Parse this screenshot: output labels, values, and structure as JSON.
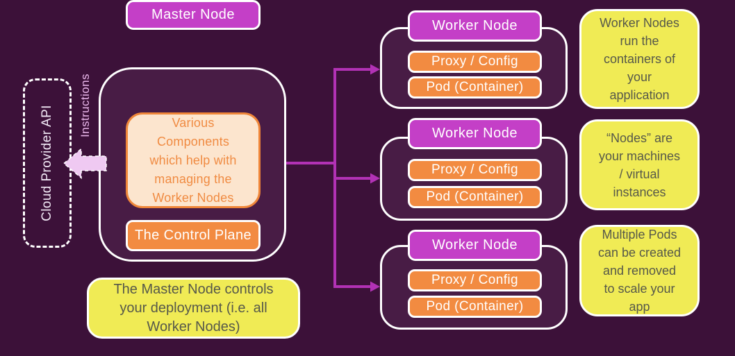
{
  "colors": {
    "background": "#3C1139",
    "panel_fill": "#481C45",
    "magenta": "#C43FC7",
    "connector_line": "#B232B5",
    "orange": "#F28B41",
    "peach_fill": "#FCE5CE",
    "peach_border": "#EF8639",
    "yellow": "#F0EB55",
    "note_text": "#56584A",
    "arrow_fill": "#EFC9F2",
    "border_white": "#FFFFFF"
  },
  "cloud_api": {
    "label": "Cloud Provider API"
  },
  "instructions": {
    "label": "Instructions"
  },
  "master": {
    "title": "Master Node",
    "components_note": "Various\nComponents\nwhich help with\nmanaging the\nWorker Nodes",
    "control_plane_label": "The Control Plane",
    "caption": "The Master Node controls\nyour deployment (i.e. all\nWorker Nodes)"
  },
  "workers": [
    {
      "title": "Worker Node",
      "items": [
        "Proxy / Config",
        "Pod (Container)"
      ]
    },
    {
      "title": "Worker Node",
      "items": [
        "Proxy / Config",
        "Pod (Container)"
      ]
    },
    {
      "title": "Worker Node",
      "items": [
        "Proxy / Config",
        "Pod (Container)"
      ]
    }
  ],
  "notes": [
    {
      "text": "Worker Nodes\nrun the\ncontainers of\nyour\napplication"
    },
    {
      "text": "“Nodes” are\nyour machines\n/ virtual\ninstances"
    },
    {
      "text": "Multiple Pods\ncan be created\nand removed\nto scale your\napp"
    }
  ]
}
